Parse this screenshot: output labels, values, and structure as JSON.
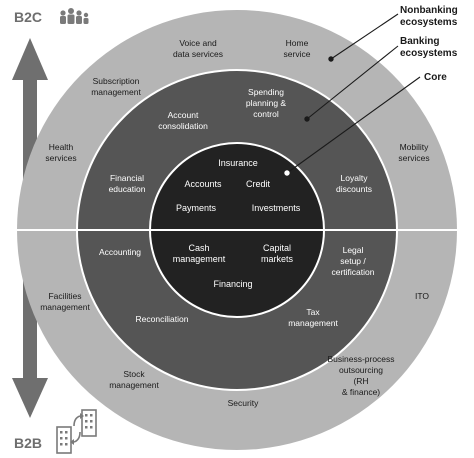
{
  "axis": {
    "top_label": "B2C",
    "bottom_label": "B2B"
  },
  "legend": {
    "nonbanking": "Nonbanking ecosystems",
    "banking": "Banking ecosystems",
    "core": "Core"
  },
  "outer_ring": {
    "voice_data": "Voice and data services",
    "home_service": "Home service",
    "subscription": "Subscription management",
    "health": "Health services",
    "mobility": "Mobility services",
    "facilities": "Facilities management",
    "ito": "ITO",
    "stock": "Stock management",
    "security": "Security",
    "bpo": "Business-process outsourcing (RH & finance)"
  },
  "middle_ring": {
    "account_consolidation": "Account consolidation",
    "spending": "Spending planning & control",
    "financial_education": "Financial education",
    "loyalty": "Loyalty discounts",
    "accounting": "Accounting",
    "legal": "Legal setup / certification",
    "reconciliation": "Reconciliation",
    "tax": "Tax management"
  },
  "core": {
    "insurance": "Insurance",
    "accounts": "Accounts",
    "credit": "Credit",
    "payments": "Payments",
    "investments": "Investments",
    "cash": "Cash management",
    "capital": "Capital markets",
    "financing": "Financing"
  }
}
